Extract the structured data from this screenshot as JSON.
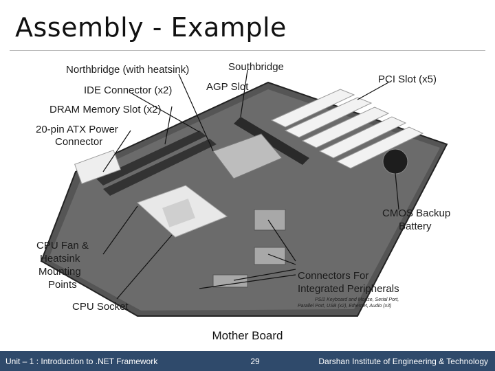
{
  "slide": {
    "title": "Assembly - Example",
    "caption": "Mother Board"
  },
  "labels": {
    "northbridge": "Northbridge (with heatsink)",
    "southbridge": "Southbridge",
    "ide": "IDE Connector (x2)",
    "agp": "AGP Slot",
    "pci": "PCI Slot (x5)",
    "dram": "DRAM Memory Slot (x2)",
    "atx1": "20-pin ATX Power",
    "atx2": "Connector",
    "cmos1": "CMOS Backup",
    "cmos2": "Battery",
    "fan1": "CPU Fan &",
    "fan2": "Heatsink",
    "fan3": "Mounting",
    "fan4": "Points",
    "conn1": "Connectors For",
    "conn2": "Integrated Peripherals",
    "conn_detail1": "PS/2 Keyboard and Mouse, Serial Port,",
    "conn_detail2": "Parallel Port, USB (x2), Ethernet, Audio (x3)",
    "socket": "CPU Socket"
  },
  "footer": {
    "left": "Unit – 1 : Introduction to .NET Framework",
    "page": "29",
    "right": "Darshan Institute of Engineering & Technology"
  }
}
